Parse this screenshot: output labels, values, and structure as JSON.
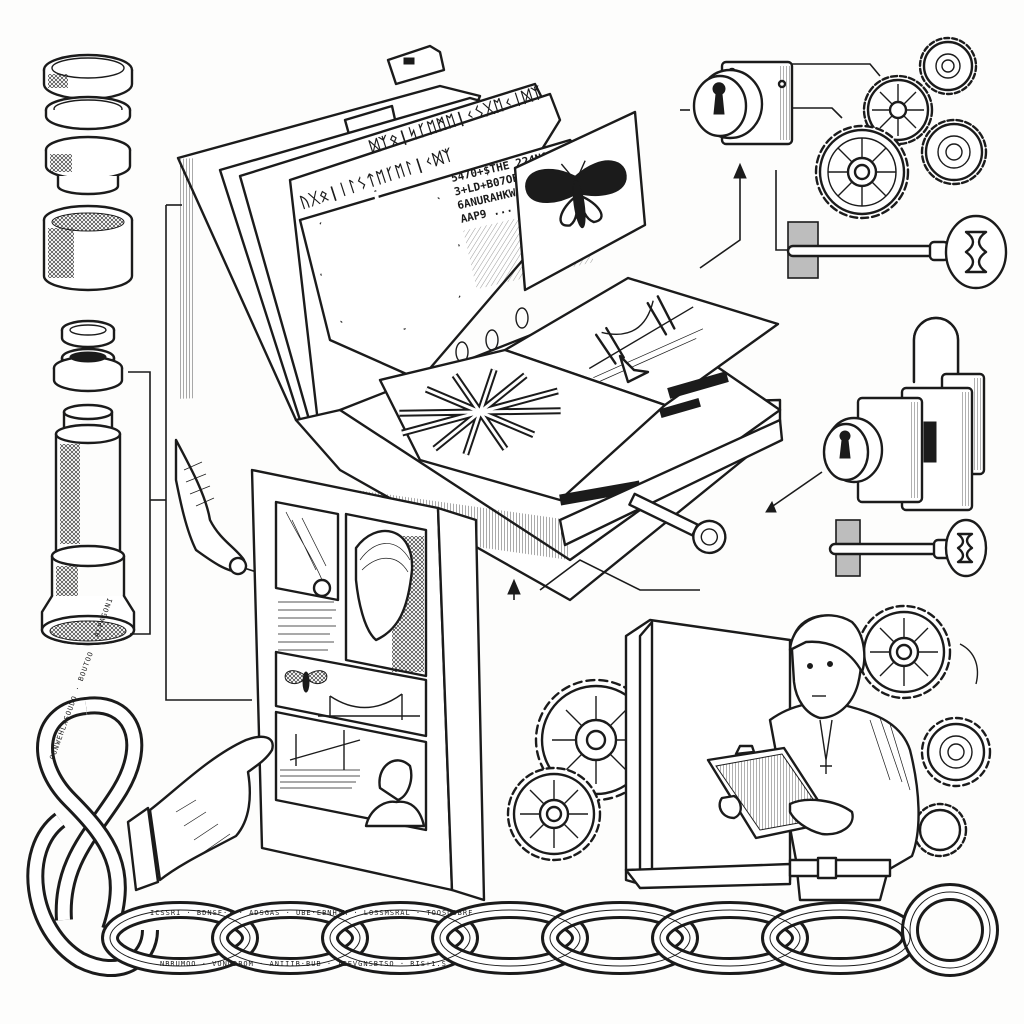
{
  "illustration": {
    "style": "pen-and-ink engraving",
    "background": "#fdfdfc",
    "ink_color": "#1b1b1b",
    "central_book": {
      "rune_header_1": "ᛞᛉᛟ|ᛋᚴᛖᛗᛖ|ᚲᛊᚷᛖᚲᛁᛞᛉ",
      "rune_header_2": "ᚢᚷᛟ|ᛁᛚᛊᛏᛖᚴᛖᛚ|ᚲᛞᛉ",
      "cipher_lines": [
        "5470+$THE 224N04479",
        "3+LD+B07OB834LD46",
        "6ANURAHKW",
        "AAP9 ..."
      ]
    },
    "chain_text": {
      "bottom": "ICSSRI · BDNSF·I · ADSGAS · UBE·EBNHTH · LOSSMSRAL · TOOSOSBRF",
      "bottom_lower": "NBRUMOO · VONGDBOM · ANIIIB·BUB · TEEVGNSBTSO · RIS+1.S",
      "left_loop": "OUNWEHLXSOUDO · BOUTOO · ALPAGONI"
    },
    "objects": [
      "telescope-parts",
      "binder-with-tabs",
      "moth-page",
      "bridge-page",
      "knot-pattern-page",
      "lock-plate",
      "gears-cluster",
      "skeleton-key-large",
      "padlock-assembly",
      "skeleton-key-small",
      "comic-booklet",
      "hand-holding-key",
      "hand-holding-booklet",
      "man-with-tablet",
      "large-blank-book",
      "celtic-chain-border"
    ]
  }
}
